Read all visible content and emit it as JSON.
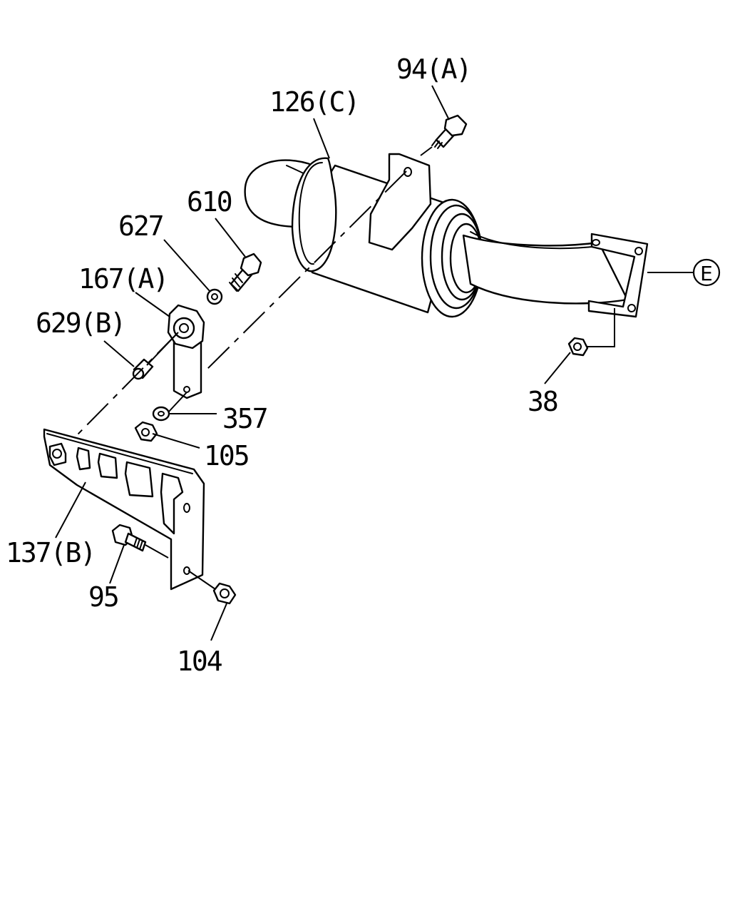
{
  "diagram": {
    "callouts": [
      {
        "id": "94a",
        "text": "94(A)"
      },
      {
        "id": "126c",
        "text": "126(C)"
      },
      {
        "id": "610",
        "text": "610"
      },
      {
        "id": "627",
        "text": "627"
      },
      {
        "id": "167a",
        "text": "167(A)"
      },
      {
        "id": "629b",
        "text": "629(B)"
      },
      {
        "id": "357",
        "text": "357"
      },
      {
        "id": "105",
        "text": "105"
      },
      {
        "id": "38",
        "text": "38"
      },
      {
        "id": "137b",
        "text": "137(B)"
      },
      {
        "id": "95",
        "text": "95"
      },
      {
        "id": "104",
        "text": "104"
      },
      {
        "id": "e",
        "text": "E"
      }
    ]
  }
}
